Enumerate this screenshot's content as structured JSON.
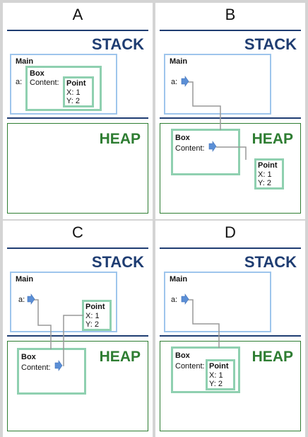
{
  "panels": [
    {
      "label": "A"
    },
    {
      "label": "B"
    },
    {
      "label": "C"
    },
    {
      "label": "D"
    }
  ],
  "regions": {
    "stack": "STACK",
    "heap": "HEAP"
  },
  "frames": {
    "main": "Main",
    "var_a": "a:",
    "box": "Box",
    "content": "Content:",
    "point": "Point",
    "x": "X: 1",
    "y": "Y: 2"
  },
  "colors": {
    "stack": "#1f3d72",
    "heap": "#2e7d32",
    "main_border": "#9ec5ec",
    "object_border": "#8fd0b0",
    "pointer_arrow": "#5b8fd6",
    "pointer_line": "#999999"
  }
}
